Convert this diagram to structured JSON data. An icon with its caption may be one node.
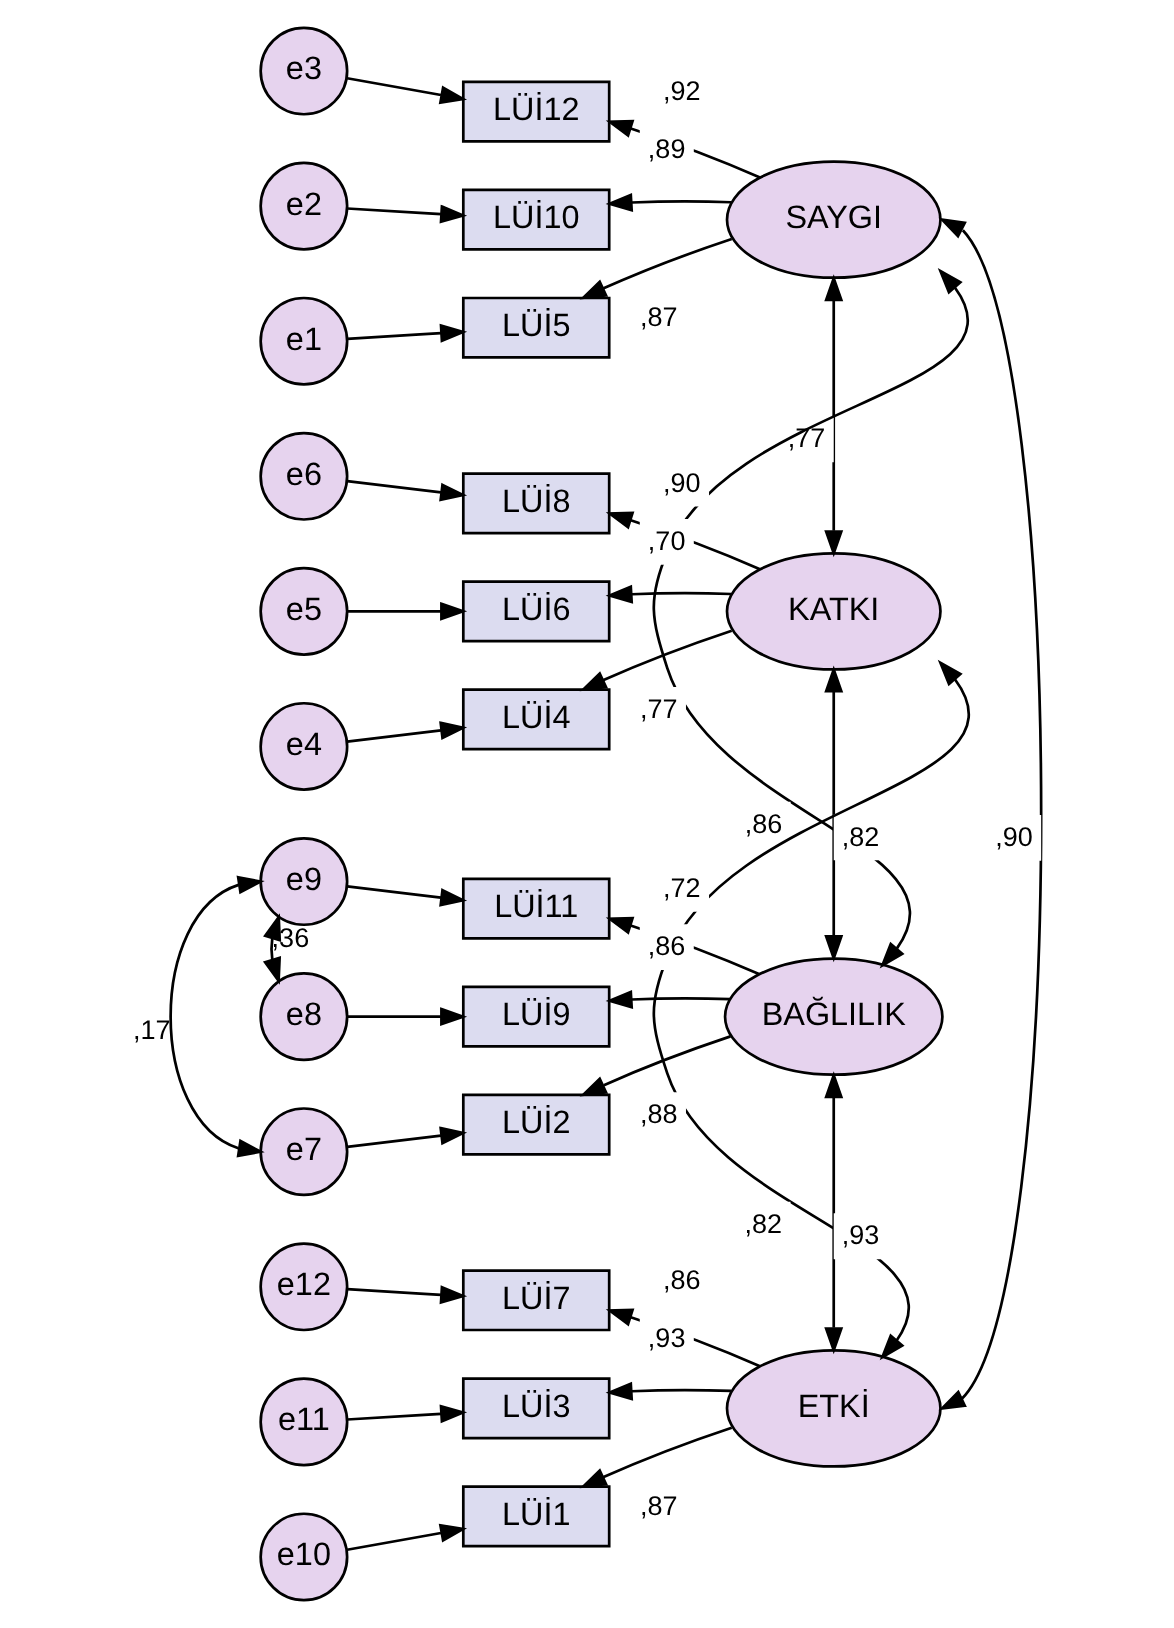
{
  "diagram": {
    "nodes": [
      {
        "text": [
          "e3"
        ]
      },
      {
        "text": [
          "LÜİ12"
        ]
      },
      {
        "text": [
          "e2"
        ]
      },
      {
        "text": [
          "LÜİ10"
        ]
      },
      {
        "text": [
          "SAYGI"
        ]
      },
      {
        "text": [
          "e1"
        ]
      },
      {
        "text": [
          "LÜİ5"
        ]
      },
      {
        "text": [
          "e6"
        ]
      },
      {
        "text": [
          "LÜİ8"
        ]
      },
      {
        "text": [
          "e5"
        ]
      },
      {
        "text": [
          "LÜİ6"
        ]
      },
      {
        "text": [
          "KATKI"
        ]
      },
      {
        "text": [
          "e4"
        ]
      },
      {
        "text": [
          "LÜİ4"
        ]
      },
      {
        "text": [
          "e9"
        ]
      },
      {
        "text": [
          "LÜİ11"
        ]
      },
      {
        "text": [
          "e8"
        ]
      },
      {
        "text": [
          "LÜİ9"
        ]
      },
      {
        "text": [
          "BAĞLILIK"
        ]
      },
      {
        "text": [
          "e7"
        ]
      },
      {
        "text": [
          "LÜİ2"
        ]
      },
      {
        "text": [
          "e12"
        ]
      },
      {
        "text": [
          "LÜİ7"
        ]
      },
      {
        "text": [
          "e11"
        ]
      },
      {
        "text": [
          "LÜİ3"
        ]
      },
      {
        "text": [
          "ETKİ"
        ]
      },
      {
        "text": [
          "e10"
        ]
      },
      {
        "text": [
          "LÜİ1"
        ]
      }
    ],
    "edges": [
      {
        "from": 0,
        "to": 1,
        "arrow": "to"
      },
      {
        "from": 2,
        "to": 3,
        "arrow": "to"
      },
      {
        "from": 5,
        "to": 6,
        "arrow": "to"
      },
      {
        "from": 4,
        "to": 1,
        "arrow": "to",
        "label": ",92"
      },
      {
        "from": 4,
        "to": 3,
        "arrow": "to",
        "label": ",89"
      },
      {
        "from": 4,
        "to": 6,
        "arrow": "to",
        "label": ",87"
      },
      {
        "from": 7,
        "to": 8,
        "arrow": "to"
      },
      {
        "from": 9,
        "to": 10,
        "arrow": "to"
      },
      {
        "from": 12,
        "to": 13,
        "arrow": "to"
      },
      {
        "from": 11,
        "to": 8,
        "arrow": "to",
        "label": ",90"
      },
      {
        "from": 11,
        "to": 10,
        "arrow": "to",
        "label": ",70"
      },
      {
        "from": 11,
        "to": 13,
        "arrow": "to",
        "label": ",77"
      },
      {
        "from": 14,
        "to": 15,
        "arrow": "to"
      },
      {
        "from": 16,
        "to": 17,
        "arrow": "to"
      },
      {
        "from": 19,
        "to": 20,
        "arrow": "to"
      },
      {
        "from": 18,
        "to": 15,
        "arrow": "to",
        "label": ",72"
      },
      {
        "from": 18,
        "to": 17,
        "arrow": "to",
        "label": ",86"
      },
      {
        "from": 18,
        "to": 20,
        "arrow": "to",
        "label": ",88"
      },
      {
        "from": 21,
        "to": 22,
        "arrow": "to"
      },
      {
        "from": 23,
        "to": 24,
        "arrow": "to"
      },
      {
        "from": 26,
        "to": 27,
        "arrow": "to"
      },
      {
        "from": 25,
        "to": 22,
        "arrow": "to",
        "label": ",86"
      },
      {
        "from": 25,
        "to": 24,
        "arrow": "to",
        "label": ",93"
      },
      {
        "from": 25,
        "to": 27,
        "arrow": "to",
        "label": ",87"
      },
      {
        "from": 14,
        "to": 16,
        "arrow": "both",
        "label": ",36"
      },
      {
        "from": 14,
        "to": 19,
        "arrow": "both",
        "label": ",17"
      },
      {
        "from": 4,
        "to": 11,
        "arrow": "both",
        "label": ",77"
      },
      {
        "from": 4,
        "to": 18,
        "arrow": "both",
        "label": ",86"
      },
      {
        "from": 4,
        "to": 25,
        "arrow": "both",
        "label": ",90"
      },
      {
        "from": 11,
        "to": 18,
        "arrow": "both",
        "label": ",82"
      },
      {
        "from": 11,
        "to": 25,
        "arrow": "both",
        "label": ",82"
      },
      {
        "from": 18,
        "to": 25,
        "arrow": "both",
        "label": ",93"
      }
    ]
  }
}
